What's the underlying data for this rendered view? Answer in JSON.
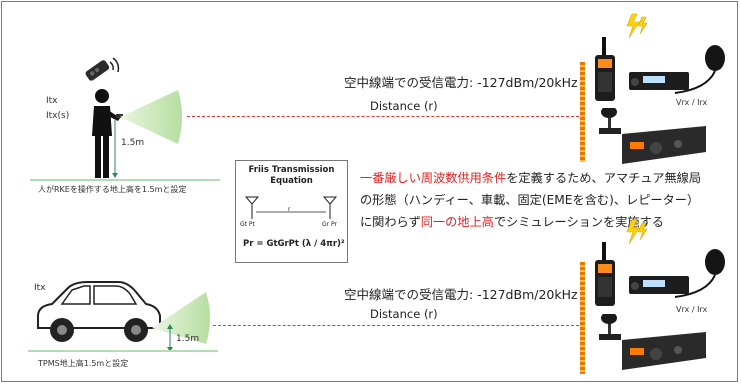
{
  "top": {
    "itx_label": "Itx",
    "itxs_label": "Itx(s)",
    "height_label": "1.5m",
    "caption": "人がRKEを操作する地上高を1.5mと設定",
    "power_text": "空中線端での受信電力: -127dBm/20kHz",
    "distance_label": "Distance (r)",
    "rx_label": "Vrx / Irx"
  },
  "bottom": {
    "itx_label": "Itx",
    "height_label": "1.5m",
    "caption": "TPMS地上高1.5mと設定",
    "power_text": "空中線端での受信電力: -127dBm/20kHz",
    "distance_label": "Distance (r)",
    "rx_label": "Vrx / Irx"
  },
  "formula": {
    "title": "Friis Transmission Equation",
    "gt_label": "Gt Pt",
    "gr_label": "Gr Pr",
    "r_label": "r",
    "equation": "Pr = GtGrPt (λ / 4πr)²"
  },
  "description": {
    "seg1_red": "一番厳しい周波数供用条件",
    "seg2": "を定義するため、アマチュア無線局",
    "line2": "の形態（ハンディー、車載、固定(EMEを含む)、レピーター）",
    "seg3": "に関わらず",
    "seg4_red": "同一の地上高",
    "seg5": "でシミュレーションを実施する"
  },
  "colors": {
    "accent_red": "#e02020",
    "beam_green": "#c9e8b8",
    "wall_orange": "#e07a00",
    "lightning": "#ffd400"
  }
}
